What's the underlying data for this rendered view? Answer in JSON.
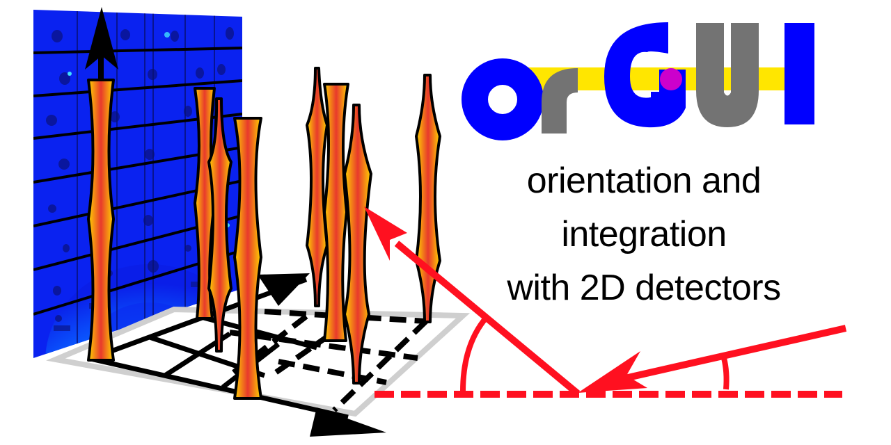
{
  "logo": {
    "text": "orGUI",
    "letters": [
      {
        "char": "o",
        "color": "#0000ff"
      },
      {
        "char": "r",
        "color": "#737373"
      },
      {
        "char": "G",
        "color": "#0000ff"
      },
      {
        "char": "U",
        "color": "#737373"
      },
      {
        "char": "I",
        "color": "#0000ff"
      }
    ],
    "bar_color": "#ffe600",
    "dot_color": "#cc00cc"
  },
  "tagline": {
    "line1": "orientation and",
    "line2": "integration",
    "line3": "with 2D detectors"
  },
  "illustration": {
    "detector_panel": "2D X-ray detector image with diffraction spots",
    "rods": "crystal truncation rods on reciprocal-space lattice",
    "beam_color": "#ff1020",
    "rod_gradient": [
      "#ffd000",
      "#e83a2a",
      "#ffd000"
    ]
  }
}
